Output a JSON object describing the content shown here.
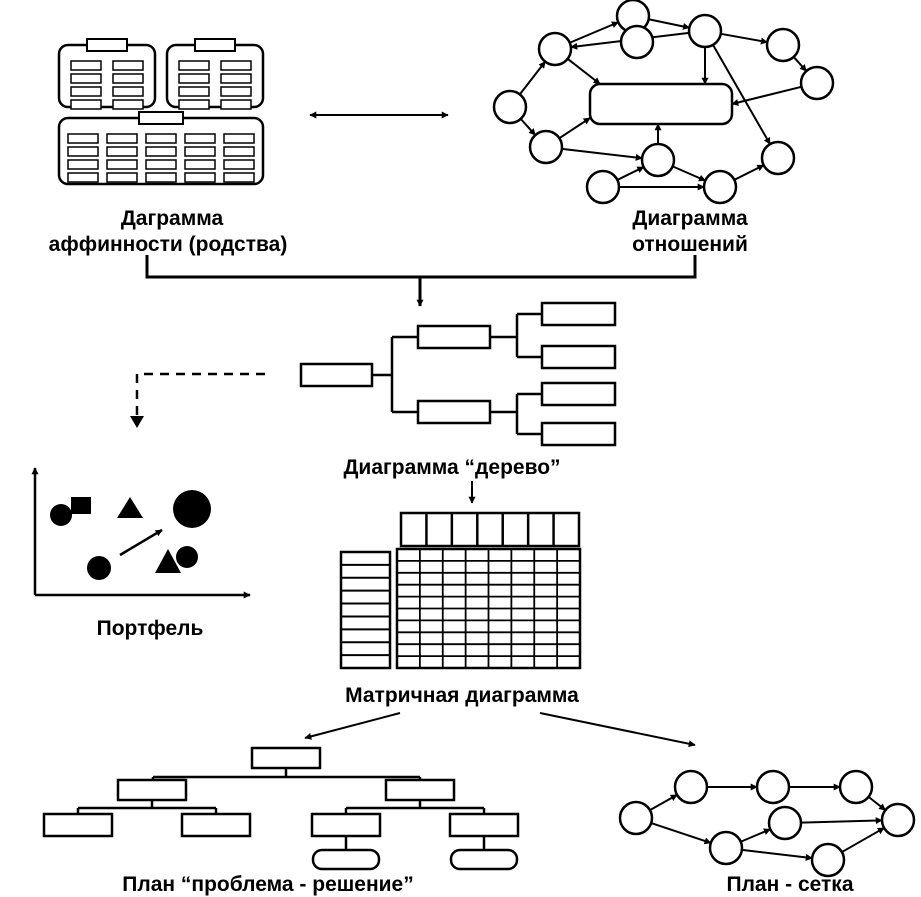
{
  "labels": {
    "affinity_line1": "Дагрaмма",
    "affinity_line2": "аффинности (родства)",
    "relations_line1": "Диаграмма",
    "relations_line2": "отношений",
    "tree": "Диаграмма “дерево”",
    "portfolio": "Портфель",
    "matrix": "Матричная диаграмма",
    "problem_solution_plan": "План “проблема - решение”",
    "network_plan": "План - сетка"
  },
  "colors": {
    "ink": "#000000",
    "background": "#ffffff"
  }
}
